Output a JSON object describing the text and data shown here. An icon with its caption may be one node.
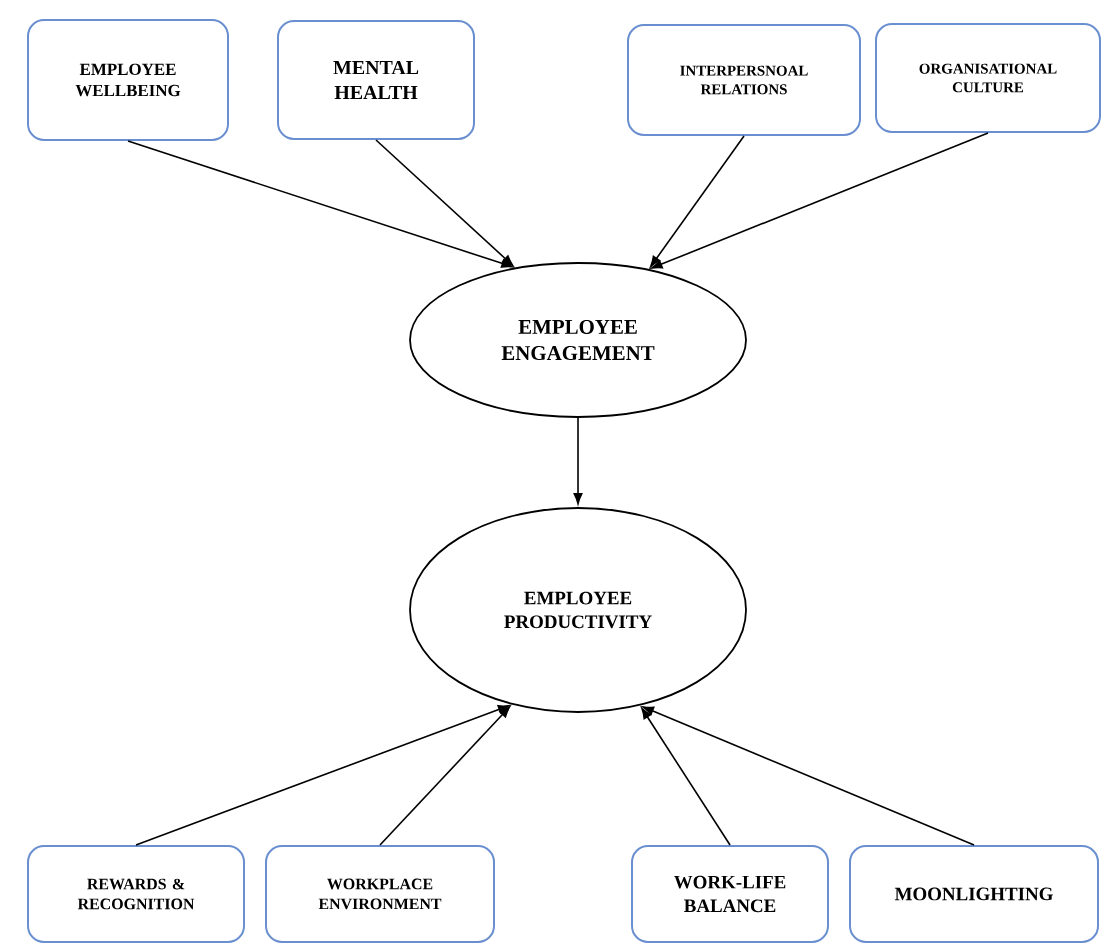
{
  "diagram": {
    "nodes": [
      {
        "text": [
          "EMPLOYEE WELLBEING"
        ]
      },
      {
        "text": [
          "MENTAL HEALTH"
        ]
      },
      {
        "text": [
          "INTERPERSNOAL RELATIONS"
        ]
      },
      {
        "text": [
          "ORGANISATIONAL CULTURE"
        ]
      },
      {
        "text": [
          "EMPLOYEE ENGAGEMENT"
        ]
      },
      {
        "text": [
          "EMPLOYEE PRODUCTIVITY"
        ]
      },
      {
        "text": [
          "REWARDS & RECOGNITION"
        ]
      },
      {
        "text": [
          "WORKPLACE ENVIRONMENT"
        ]
      },
      {
        "text": [
          "WORK-LIFE BALANCE"
        ]
      },
      {
        "text": [
          "MOONLIGHTING"
        ]
      }
    ],
    "edges": [
      {
        "from": 0,
        "to": 4,
        "arrow": "to"
      },
      {
        "from": 1,
        "to": 4,
        "arrow": "to"
      },
      {
        "from": 2,
        "to": 4,
        "arrow": "to"
      },
      {
        "from": 3,
        "to": 4,
        "arrow": "to"
      },
      {
        "from": 4,
        "to": 5,
        "arrow": "to"
      },
      {
        "from": 6,
        "to": 5,
        "arrow": "to"
      },
      {
        "from": 7,
        "to": 5,
        "arrow": "to"
      },
      {
        "from": 8,
        "to": 5,
        "arrow": "to"
      },
      {
        "from": 9,
        "to": 5,
        "arrow": "to"
      }
    ]
  }
}
